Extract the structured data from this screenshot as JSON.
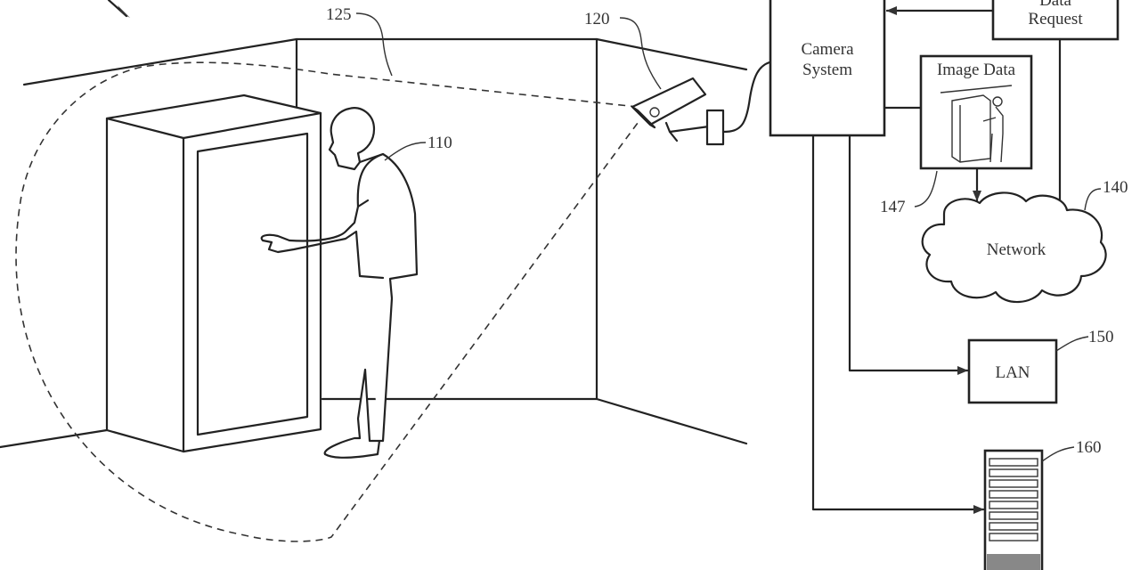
{
  "figure": {
    "type": "patent-diagram",
    "scene": {
      "person_ref": "110",
      "camera_ref": "120",
      "field_of_view_ref": "125"
    },
    "blocks": {
      "camera_system": {
        "line1": "Camera",
        "line2": "System"
      },
      "data_request": {
        "line1": "Data",
        "line2": "Request"
      },
      "image_data": {
        "label": "Image Data",
        "ref": "147"
      },
      "network": {
        "label": "Network",
        "ref": "140"
      },
      "lan": {
        "label": "LAN",
        "ref": "150"
      },
      "server": {
        "ref": "160"
      }
    },
    "icons": {
      "camera": "security-camera-icon",
      "cloud": "cloud-icon",
      "server": "server-rack-icon",
      "cabinet": "cabinet-icon",
      "person": "person-icon"
    }
  }
}
